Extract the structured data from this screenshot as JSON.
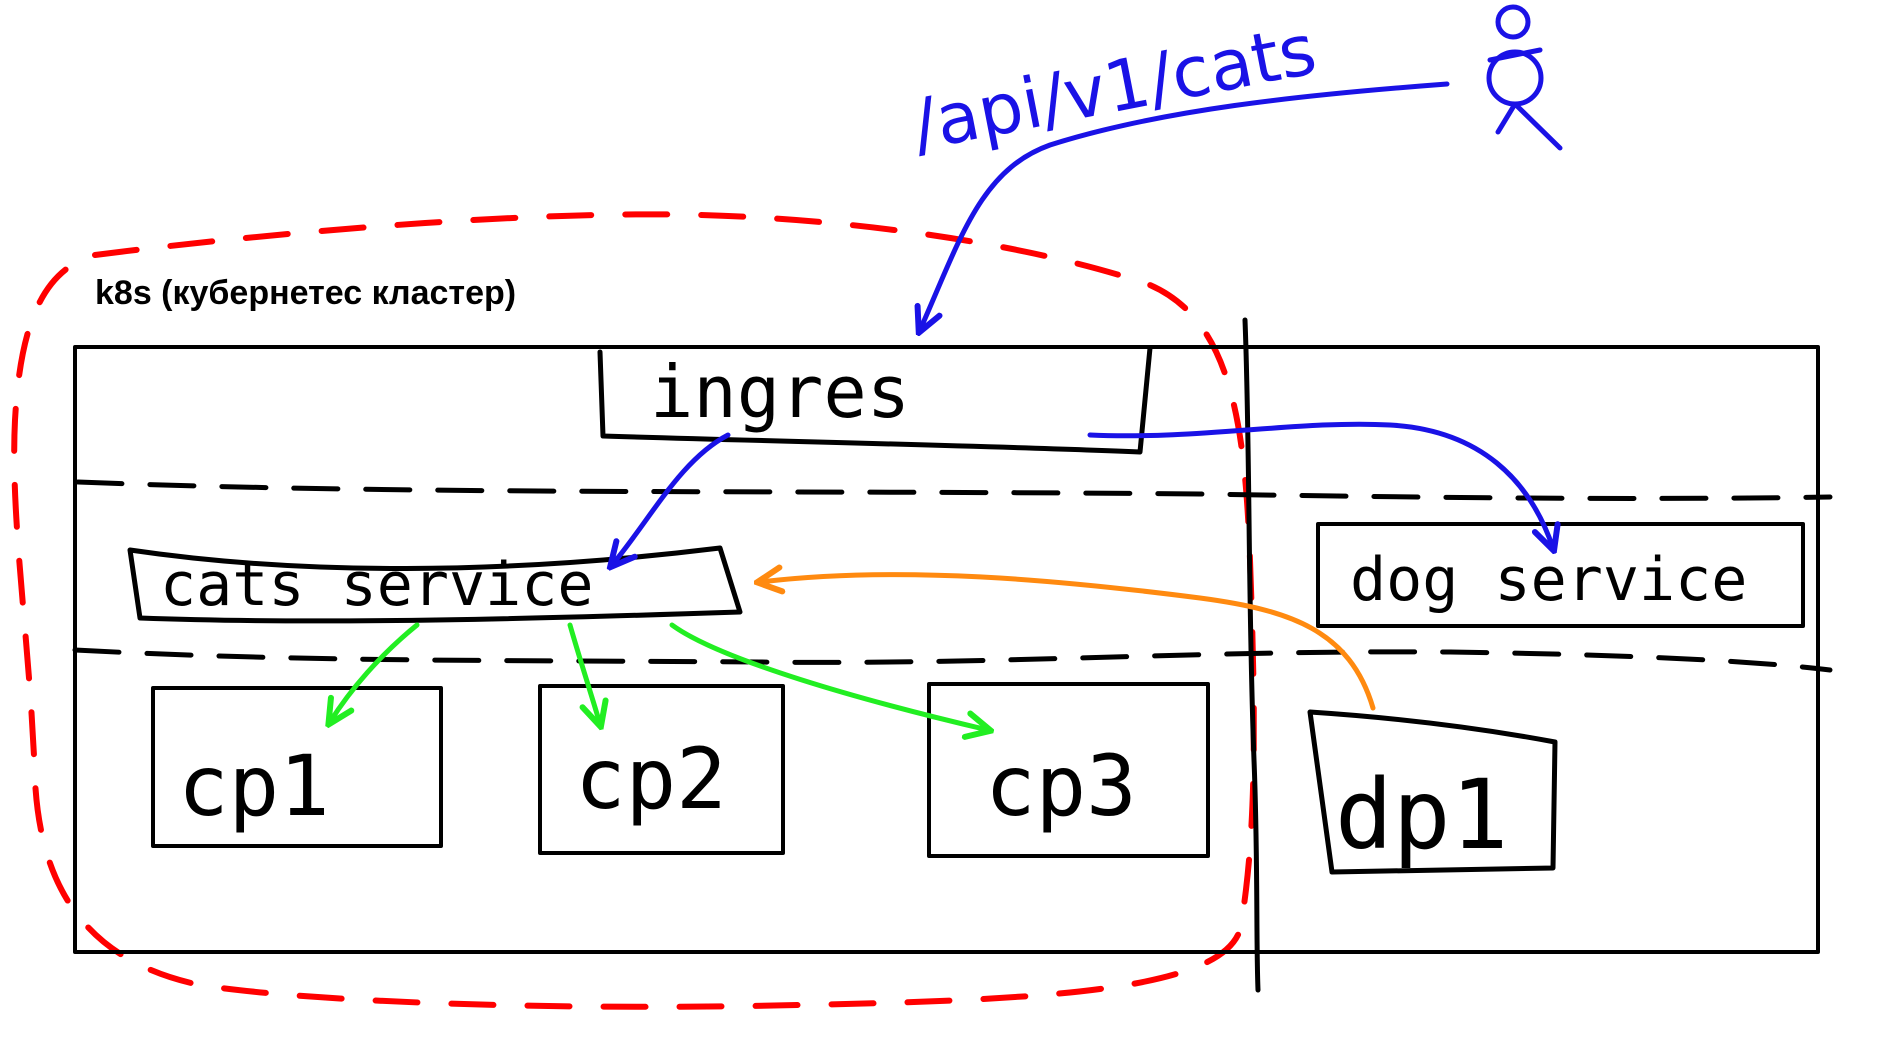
{
  "cluster": {
    "title": "k8s (кубернетес кластер)"
  },
  "request": {
    "path": "/api/v1/cats"
  },
  "nodes": {
    "ingress": "ingres",
    "cats_service": "cats service",
    "dog_service": "dog service",
    "cats_pods": [
      "cp1",
      "cp2",
      "cp3"
    ],
    "dog_pods": [
      "dp1"
    ]
  },
  "colors": {
    "boundary": "#ff0000",
    "request_route": "#1a12e6",
    "pod_routing": "#22ee22",
    "cross_call": "#ff8a10",
    "ink": "#000000"
  },
  "icons": {
    "user": "stick-figure-user-icon"
  }
}
